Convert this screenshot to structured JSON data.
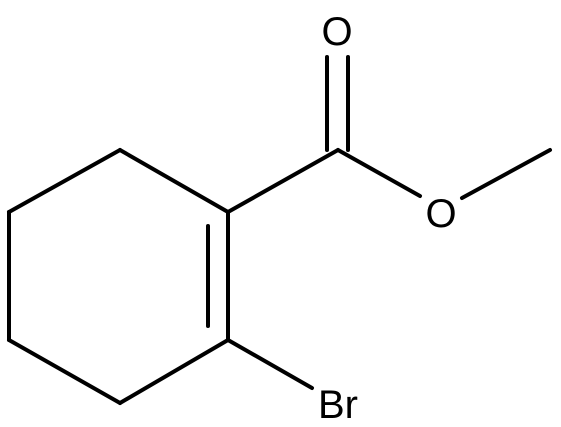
{
  "molecule": {
    "atom_labels": {
      "carbonyl_oxygen": "O",
      "ester_oxygen": "O",
      "bromine": "Br"
    }
  },
  "colors": {
    "bond": "#000000",
    "label": "#000000",
    "background": "#ffffff"
  }
}
